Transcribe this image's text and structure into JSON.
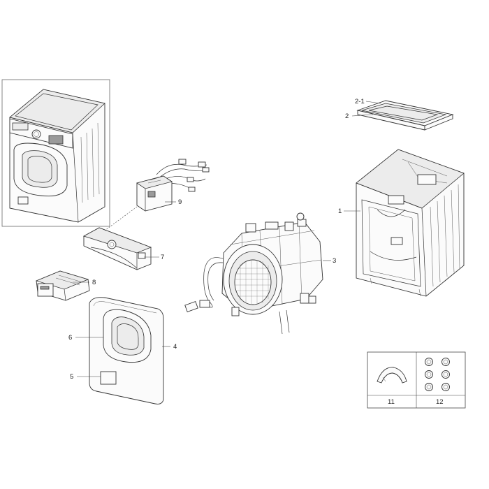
{
  "callouts": {
    "c1": "1",
    "c2": "2",
    "c2_1": "2-1",
    "c3": "3",
    "c4": "4",
    "c5": "5",
    "c6": "6",
    "c7": "7",
    "c8": "8",
    "c9": "9",
    "c11": "11",
    "c12": "12"
  },
  "colors": {
    "line": "#333333",
    "background": "#ffffff"
  }
}
